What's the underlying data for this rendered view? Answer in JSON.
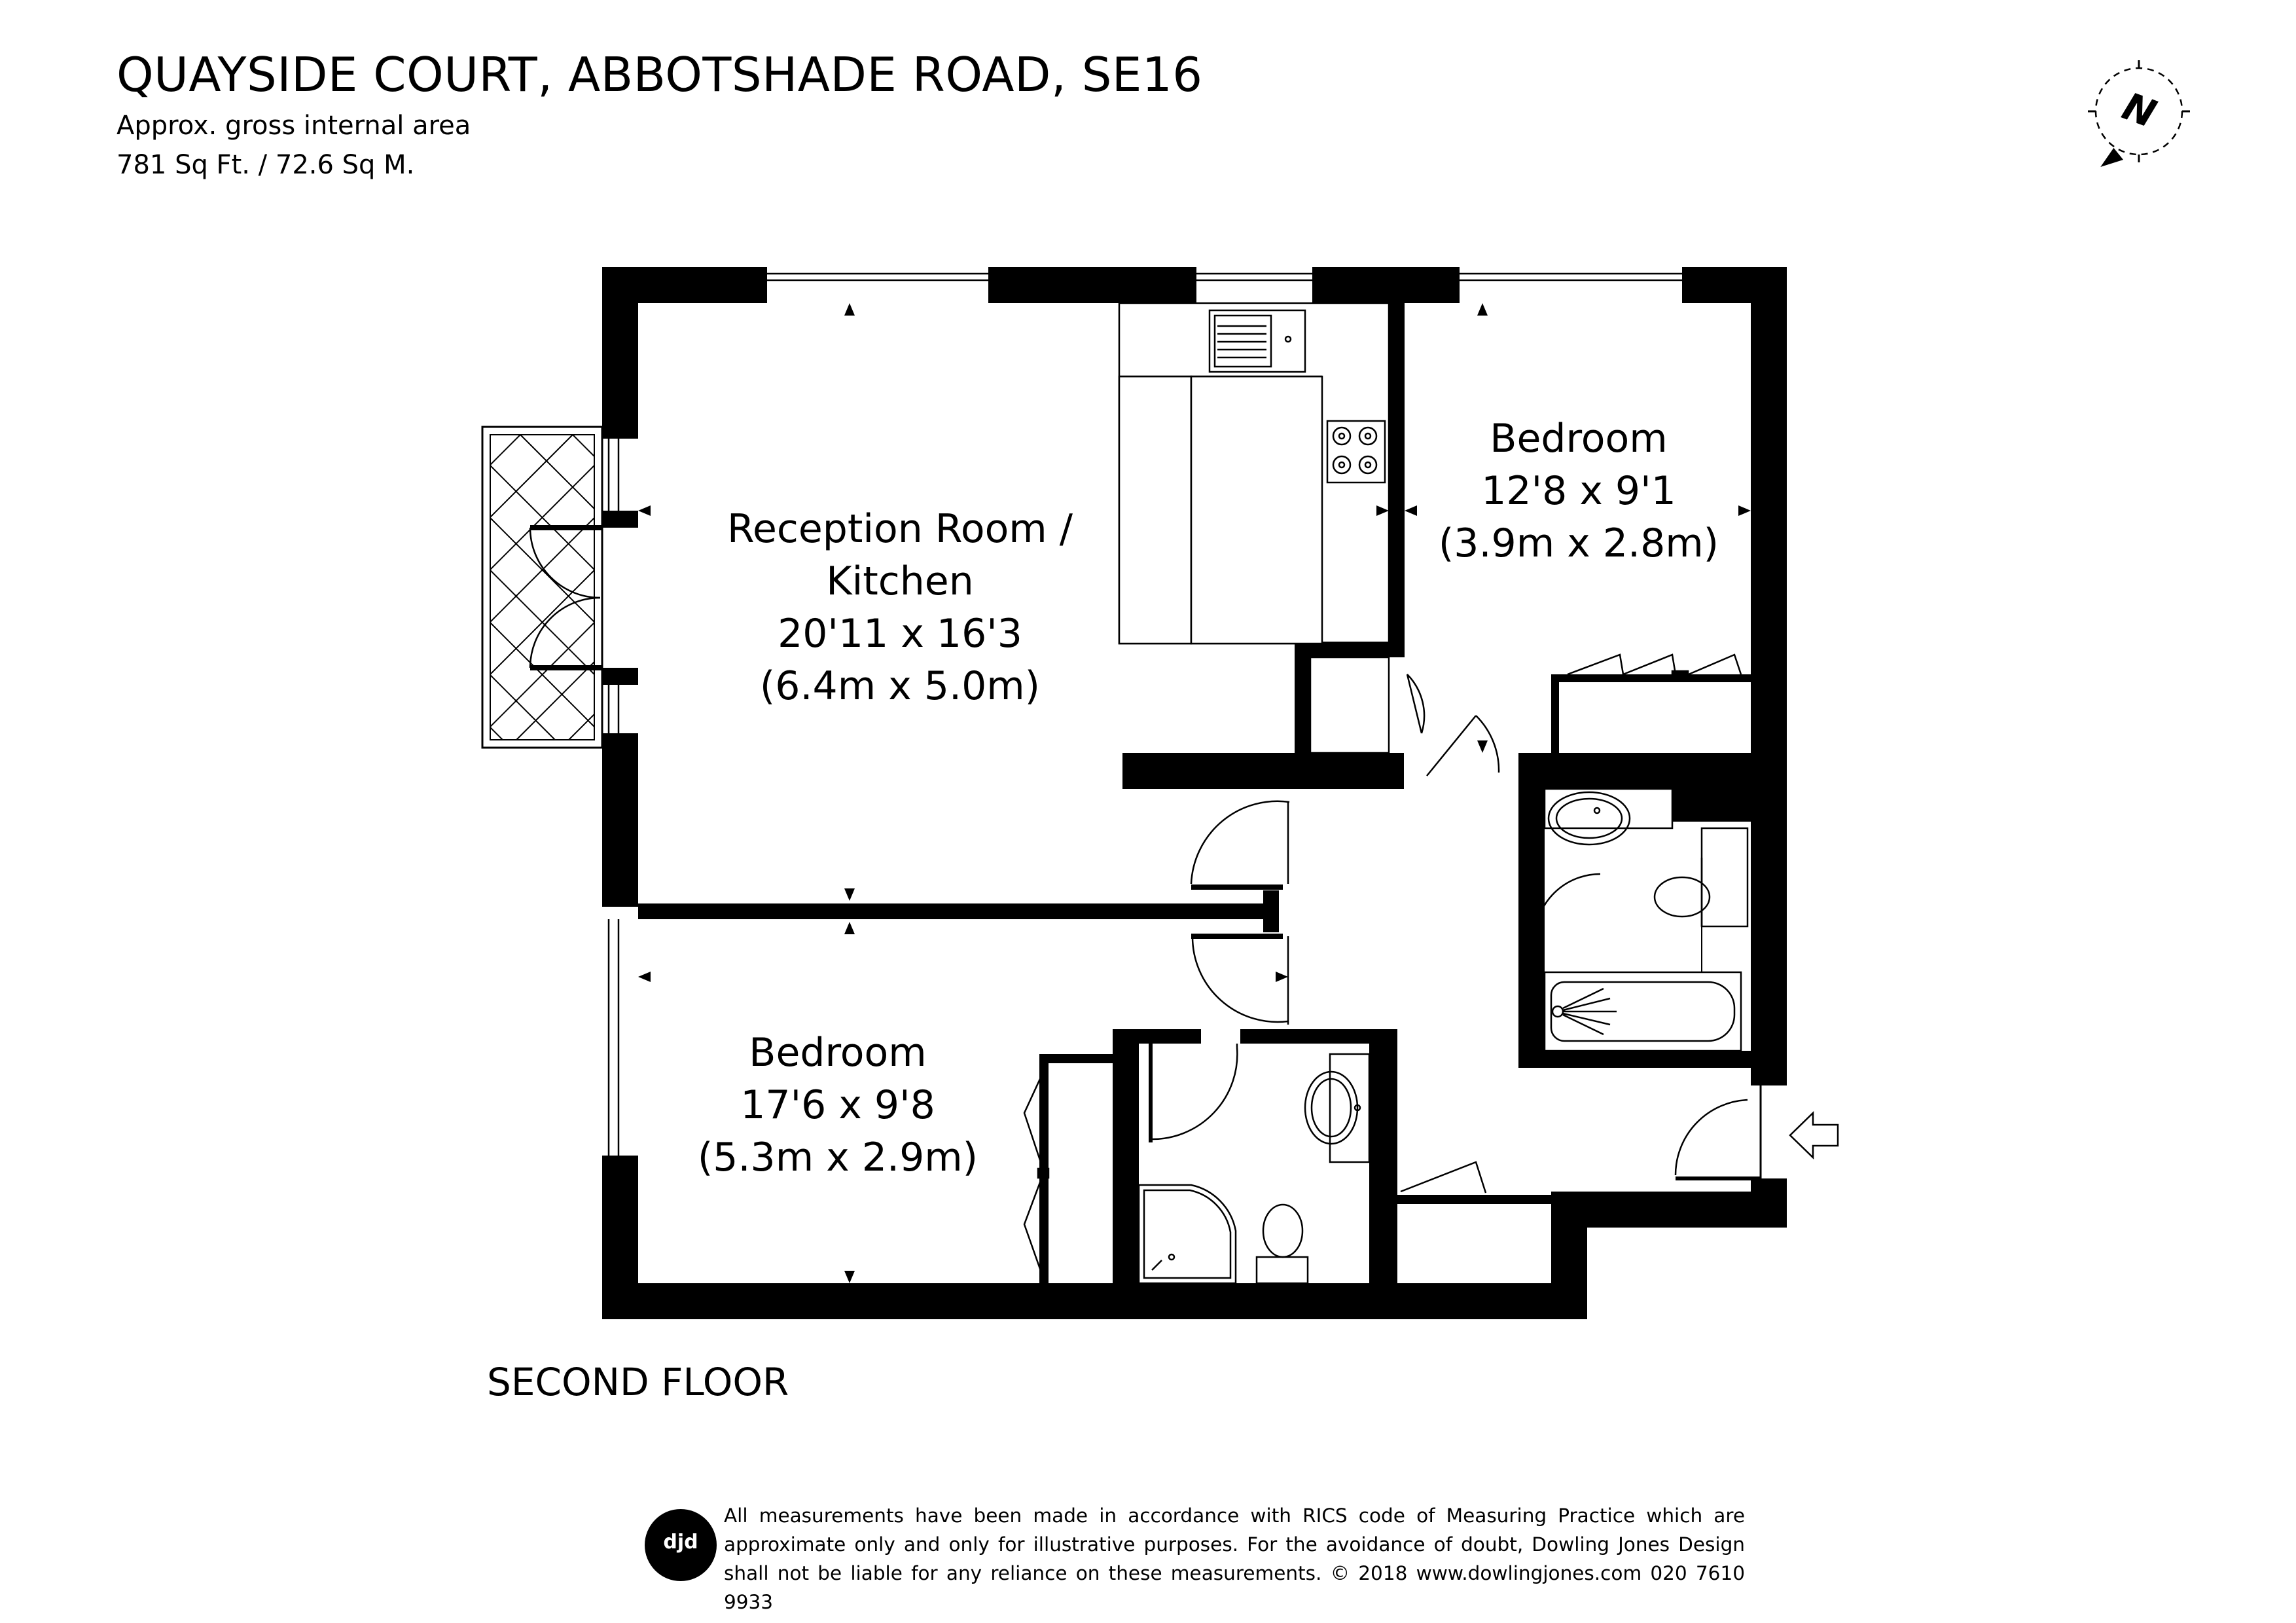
{
  "header": {
    "title": "QUAYSIDE COURT, ABBOTSHADE ROAD, SE16",
    "area_label": "Approx. gross internal area",
    "area_value": "781 Sq Ft. / 72.6 Sq M."
  },
  "rooms": {
    "reception": {
      "name_line1": "Reception Room /",
      "name_line2": "Kitchen",
      "imperial": "20'11 x 16'3",
      "metric": "(6.4m x 5.0m)"
    },
    "bedroom1": {
      "name": "Bedroom",
      "imperial": "12'8 x 9'1",
      "metric": "(3.9m x 2.8m)"
    },
    "bedroom2": {
      "name": "Bedroom",
      "imperial": "17'6 x 9'8",
      "metric": "(5.3m x 2.9m)"
    }
  },
  "floor_label": "SECOND FLOOR",
  "compass": {
    "letter": "N"
  },
  "footer": {
    "logo_text": "djd",
    "disclaimer": "All measurements have been made in accordance with RICS code of Measuring Practice which are approximate only and only for illustrative purposes. For the avoidance of doubt, Dowling Jones Design shall not be liable for any reliance on these measurements. © 2018 www.dowlingjones.com 020 7610 9933"
  },
  "colors": {
    "wall": "#000000",
    "background": "#ffffff"
  }
}
